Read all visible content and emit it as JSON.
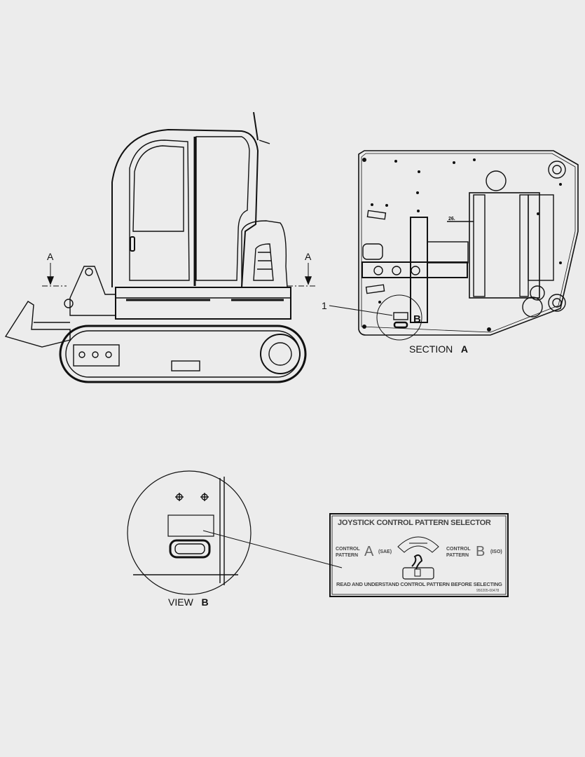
{
  "side_view": {
    "section_marker_left": "A",
    "section_marker_right": "A",
    "callout_number": "1"
  },
  "section_a": {
    "caption_prefix": "SECTION",
    "caption_letter": "A",
    "dimension": "26.",
    "view_marker": "B"
  },
  "view_b": {
    "caption_prefix": "VIEW",
    "caption_letter": "B"
  },
  "decal": {
    "title": "JOYSTICK CONTROL PATTERN SELECTOR",
    "left_label_line1": "CONTROL",
    "left_label_line2": "PATTERN",
    "left_letter": "A",
    "left_standard": "(SAE)",
    "right_label_line1": "CONTROL",
    "right_label_line2": "PATTERN",
    "right_letter": "B",
    "right_standard": "(ISO)",
    "warning": "READ AND UNDERSTAND CONTROL PATTERN BEFORE SELECTING",
    "part_number": "950205-00478"
  },
  "colors": {
    "line": "#111111",
    "background": "#ececec"
  }
}
